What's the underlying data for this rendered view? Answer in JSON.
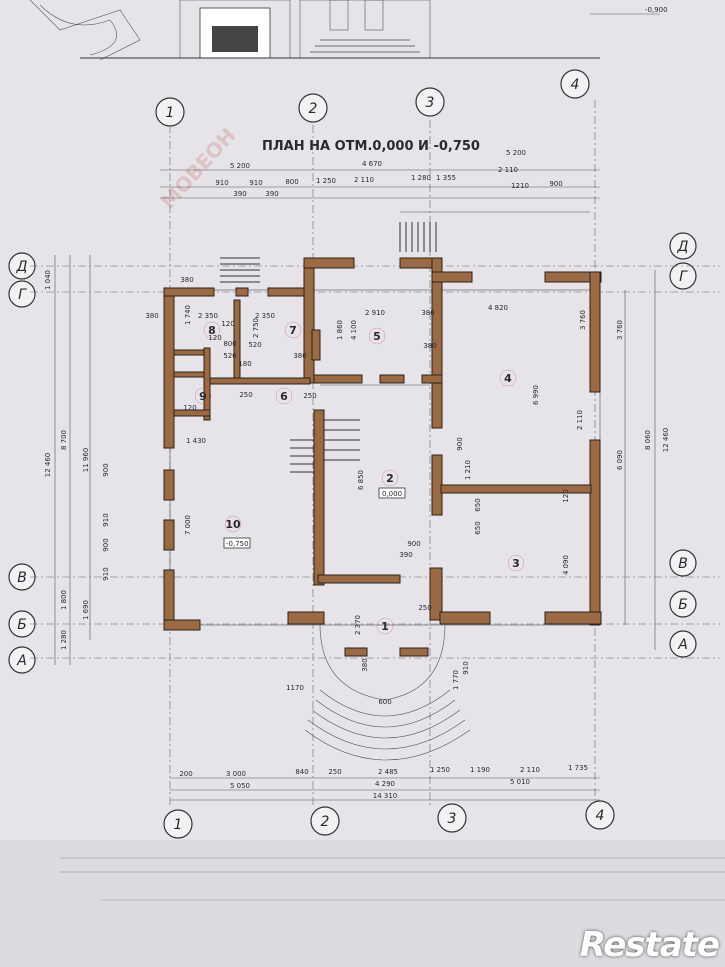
{
  "title": "ПЛАН НА ОТМ.0,000 И -0,750",
  "watermark": "МОВЕОН",
  "logo": "Restate",
  "elevation_mark": "-0,900",
  "axes_vertical": [
    "1",
    "2",
    "3",
    "4"
  ],
  "axes_horizontal": [
    "Д",
    "Г",
    "В",
    "Б",
    "А"
  ],
  "rooms": [
    "1",
    "2",
    "3",
    "4",
    "5",
    "6",
    "7",
    "8",
    "9",
    "10"
  ],
  "levels": {
    "main": "0,000",
    "lower": "-0,750"
  },
  "dims_top_row1": [
    "5 200",
    "4 670",
    "5 200"
  ],
  "dims_top_row2": [
    "910",
    "910",
    "800",
    "1 250",
    "2 110",
    "1 280",
    "1 355",
    "2 110"
  ],
  "dims_top_row3": [
    "390",
    "390",
    "1210",
    "900"
  ],
  "dims_bottom_row1": [
    "200",
    "3 000",
    "840",
    "250",
    "2 485",
    "1 250",
    "1 190",
    "2 110",
    "1 735"
  ],
  "dims_bottom_row2": [
    "5 050",
    "4 290",
    "5 010"
  ],
  "dims_bottom_total": "14 310",
  "dims_left_outer": [
    "1 040",
    "8 700",
    "12 460",
    "1 800",
    "1 280"
  ],
  "dims_left_inner": [
    "11 960",
    "1 690"
  ],
  "dims_right": [
    "12 460",
    "3 760",
    "6 090",
    "8 060"
  ],
  "dims_interior": {
    "r8": [
      "2 350",
      "1 740",
      "520",
      "120",
      "800"
    ],
    "r7": [
      "2 350",
      "2 750",
      "520"
    ],
    "r5": [
      "2 910",
      "1 860",
      "4 100"
    ],
    "r4": [
      "4 820",
      "3 760",
      "6 990",
      "2 110"
    ],
    "r10": [
      "1 430",
      "7 000",
      "900",
      "910",
      "900",
      "910"
    ],
    "r2": [
      "6 850",
      "900",
      "390",
      "900",
      "1 210",
      "650",
      "650"
    ],
    "r3": [
      "4 090",
      "120"
    ],
    "r1": [
      "2 370",
      "600",
      "1 770",
      "910",
      "380"
    ]
  },
  "misc_dims": [
    "380",
    "380",
    "380",
    "380",
    "380",
    "250",
    "250",
    "180",
    "120",
    "120",
    "1170",
    "250"
  ]
}
